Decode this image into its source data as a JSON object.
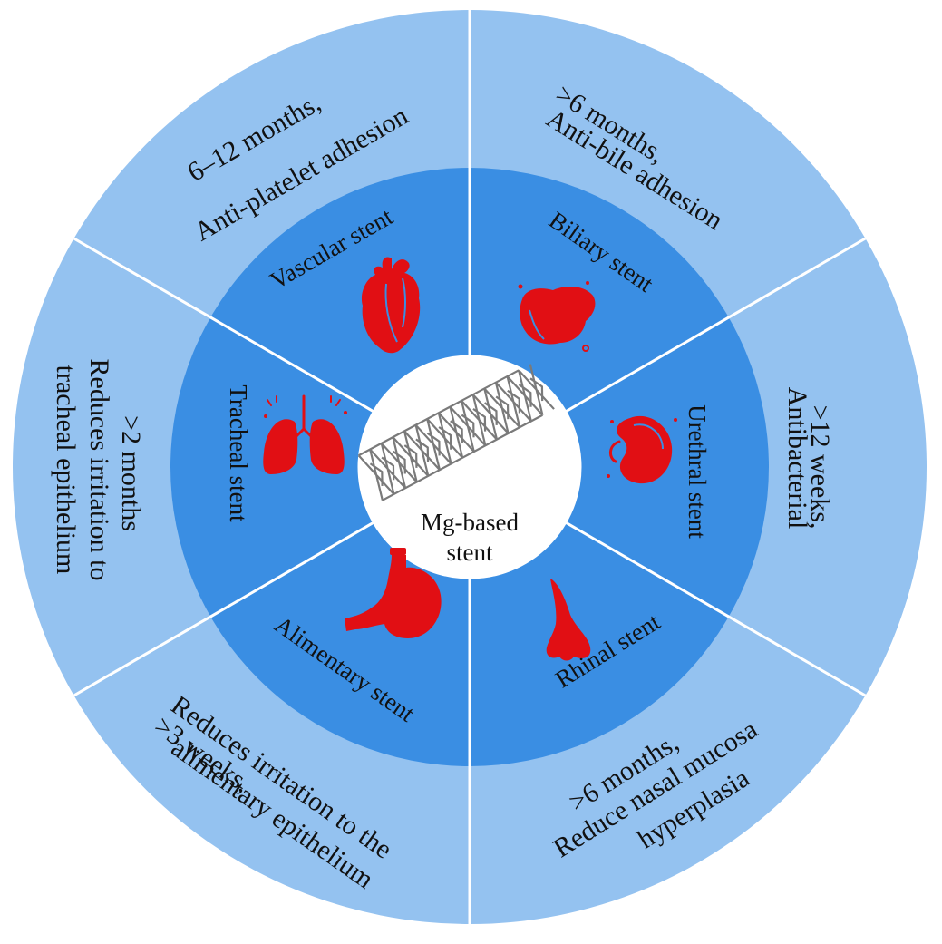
{
  "colors": {
    "outer_ring": "#94c2f0",
    "inner_ring": "#3a8ee3",
    "center_disc": "#ffffff",
    "divider": "#ffffff",
    "organ": "#e10f14",
    "text": "#111111"
  },
  "center": {
    "line1": "Mg-based",
    "line2": "stent",
    "icon": "mesh-stent-icon"
  },
  "segments": [
    {
      "id": "vascular",
      "stent": "Vascular stent",
      "icon": "heart-icon",
      "duration": "6–12 months,",
      "function": "Anti-platelet adhesion"
    },
    {
      "id": "biliary",
      "stent": "Biliary stent",
      "icon": "liver-icon",
      "duration": ">6 months,",
      "function": "Anti-bile adhesion"
    },
    {
      "id": "urethral",
      "stent": "Urethral stent",
      "icon": "kidney-icon",
      "duration": ">12 weeks,",
      "function": "Antibacterial"
    },
    {
      "id": "rhinal",
      "stent": "Rhinal stent",
      "icon": "nose-icon",
      "duration": ">6 months,",
      "function": "Reduce nasal mucosa",
      "function2": "hyperplasia"
    },
    {
      "id": "alimentary",
      "stent": "Alimentary stent",
      "icon": "stomach-icon",
      "duration": ">3 weeks,",
      "function": "Reduces irritation to the",
      "function2": "alimentary  epithelium"
    },
    {
      "id": "tracheal",
      "stent": "Tracheal stent",
      "icon": "lungs-icon",
      "duration": ">2 months",
      "function": "Reduces irritation to",
      "function2": "tracheal epithelium"
    }
  ]
}
